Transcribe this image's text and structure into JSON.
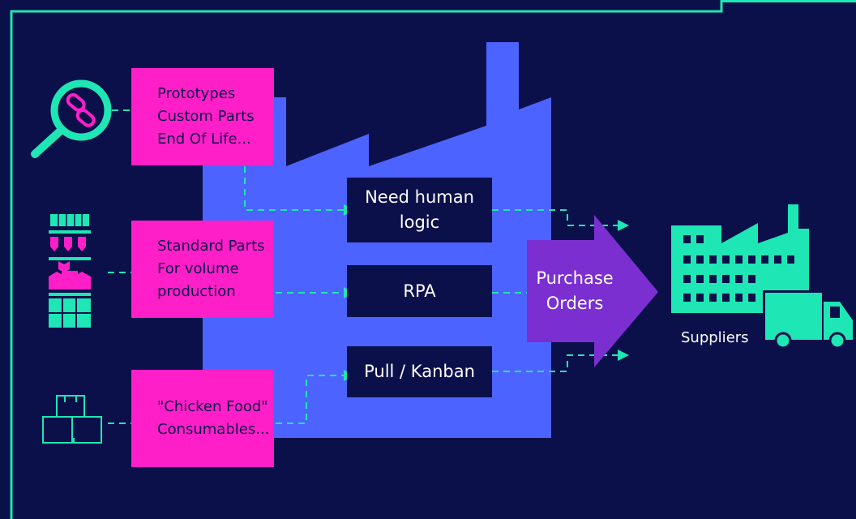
{
  "colors": {
    "background": "#0c104a",
    "frame": "#1ee6b4",
    "factory": "#4d63ff",
    "pink": "#ff1fc8",
    "purple": "#7b2fd1",
    "teal": "#1ee6b4"
  },
  "inputs": [
    {
      "icon": "magnifier-chain-icon",
      "line1": "Prototypes",
      "line2": "Custom Parts",
      "line3": "End Of Life..."
    },
    {
      "icon": "stacked-parts-icon",
      "line1": "Standard Parts",
      "line2": "For volume",
      "line3": "production"
    },
    {
      "icon": "boxes-icon",
      "line1": "\"Chicken Food\"",
      "line2": "Consumables...",
      "line3": ""
    }
  ],
  "processes": [
    {
      "line1": "Need human",
      "line2": "logic"
    },
    {
      "line1": "RPA",
      "line2": ""
    },
    {
      "line1": "Pull / Kanban",
      "line2": ""
    }
  ],
  "output": {
    "line1": "Purchase",
    "line2": "Orders"
  },
  "suppliers": {
    "label": "Suppliers",
    "icon": "supplier-factory-truck-icon"
  }
}
